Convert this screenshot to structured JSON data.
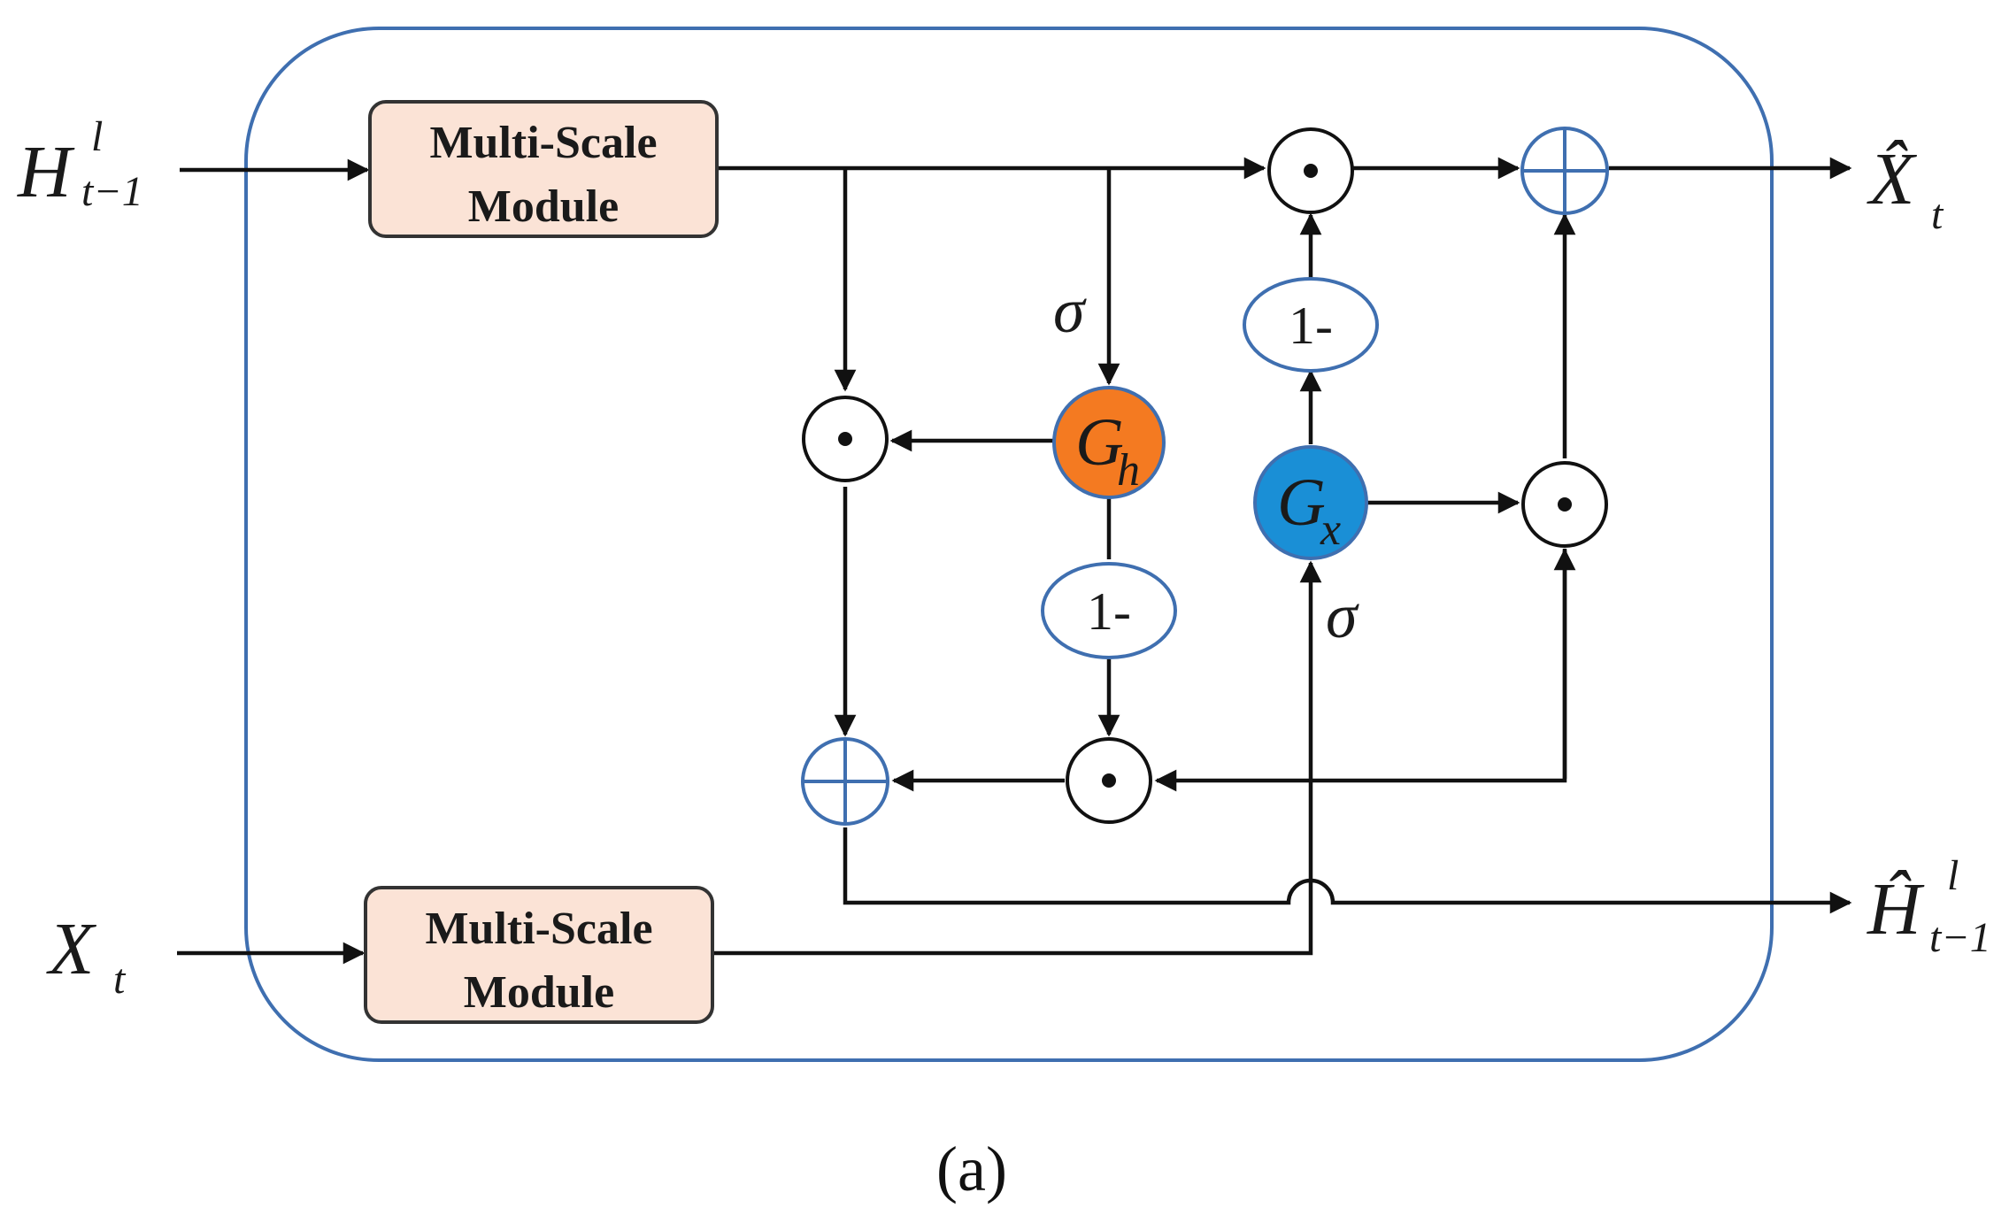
{
  "inputs": {
    "hidden_state": {
      "base": "H",
      "sup": "l",
      "sub": "t−1"
    },
    "input_x": {
      "base": "X",
      "sub": "t"
    }
  },
  "outputs": {
    "x_hat": {
      "base": "X̂",
      "sub": "t"
    },
    "h_hat": {
      "base": "Ĥ",
      "sup": "l",
      "sub": "t−1"
    }
  },
  "modules": {
    "top": {
      "line1": "Multi-Scale",
      "line2": "Module"
    },
    "bottom": {
      "line1": "Multi-Scale",
      "line2": "Module"
    }
  },
  "gates": {
    "gh": {
      "base": "G",
      "sub": "h",
      "color": "#f47a21"
    },
    "gx": {
      "base": "G",
      "sub": "x",
      "color": "#1a8fd6"
    }
  },
  "activations": {
    "sigma_h": "σ",
    "sigma_x": "σ"
  },
  "complements": {
    "one_minus_h": "1-",
    "one_minus_x": "1-"
  },
  "operators": {
    "multiply_symbol": "⊙",
    "add_symbol": "⊕"
  },
  "colors": {
    "container_border": "#3f6fb0",
    "module_fill": "#fbe3d6",
    "module_border": "#333333",
    "operator_blue": "#3f6fb0"
  },
  "caption": "(a)"
}
